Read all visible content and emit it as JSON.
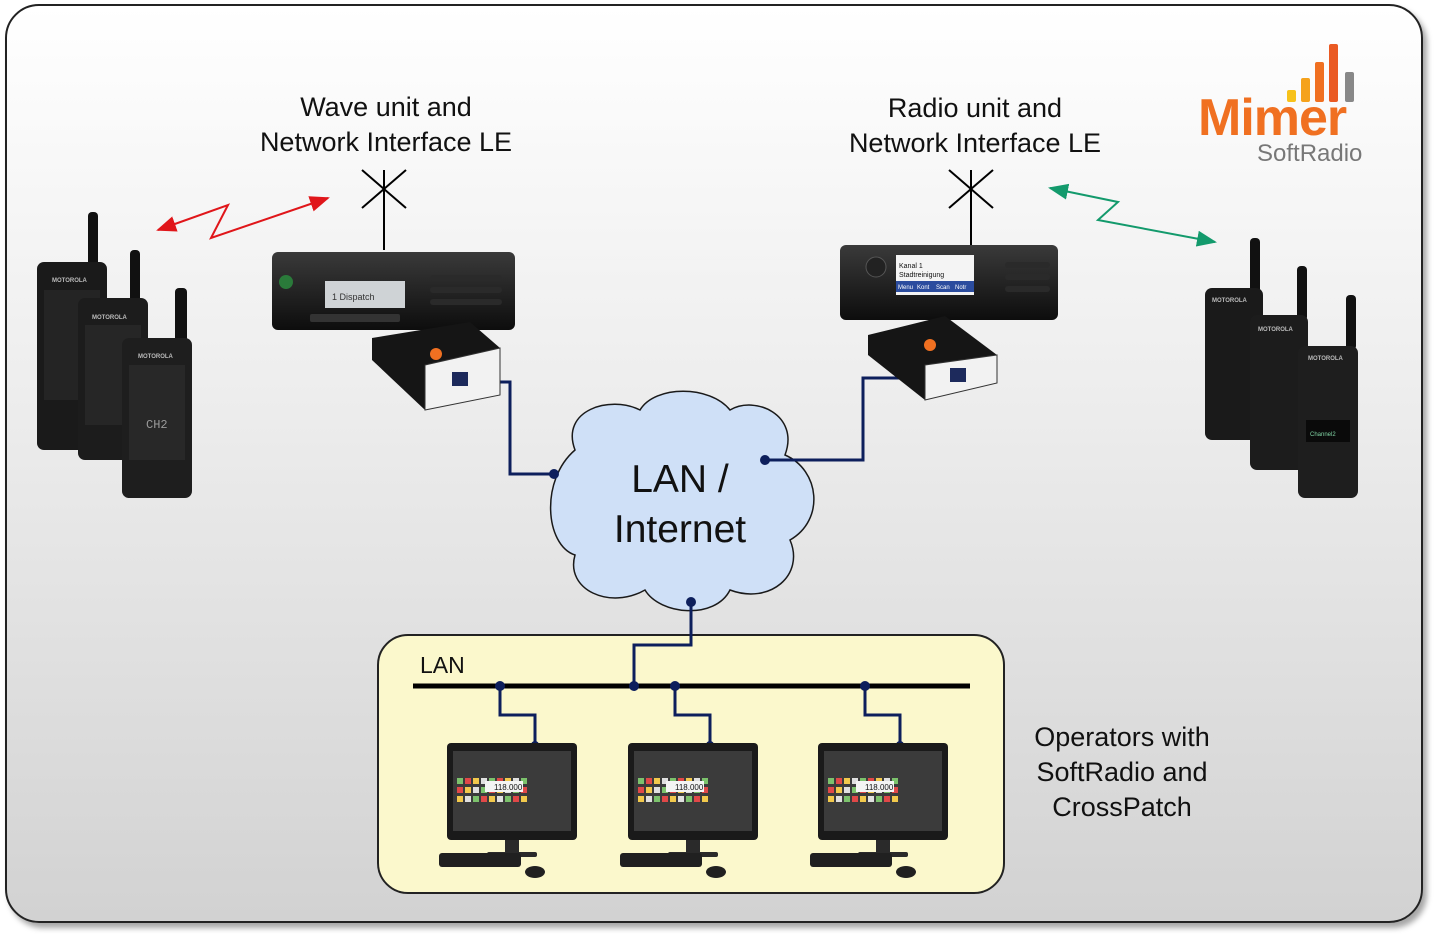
{
  "labels": {
    "wave_unit": [
      "Wave unit and",
      "Network Interface LE"
    ],
    "radio_unit": [
      "Radio unit and",
      "Network Interface LE"
    ],
    "cloud": [
      "LAN /",
      "Internet"
    ],
    "lan": "LAN",
    "operators": [
      "Operators with",
      "SoftRadio and",
      "CrossPatch"
    ]
  },
  "logo": {
    "word": "Mimer",
    "sub": "SoftRadio",
    "bar_colors": [
      "#f7c21a",
      "#f5a21c",
      "#f07021",
      "#ea5a23",
      "#888888"
    ]
  },
  "devices": {
    "left_mobile_display": "1 Dispatch",
    "right_mobile_display": [
      "Kanal 1",
      "Stadtreinigung"
    ],
    "right_mobile_softkeys": [
      "Menu",
      "Kont",
      "Scan",
      "Notr"
    ],
    "left_portable_brand": "MOTOROLA",
    "left_portable_channel": "CH2",
    "right_portable_brand": "MOTOROLA",
    "right_portable_channel": "Channel2",
    "operator_freq": "118.000"
  },
  "colors": {
    "network_line": "#0d1f5c",
    "cloud_fill": "#cfe0f7",
    "lan_box_fill": "#fbf8cc",
    "link_left": "#e0161a",
    "link_right": "#139a6c"
  }
}
